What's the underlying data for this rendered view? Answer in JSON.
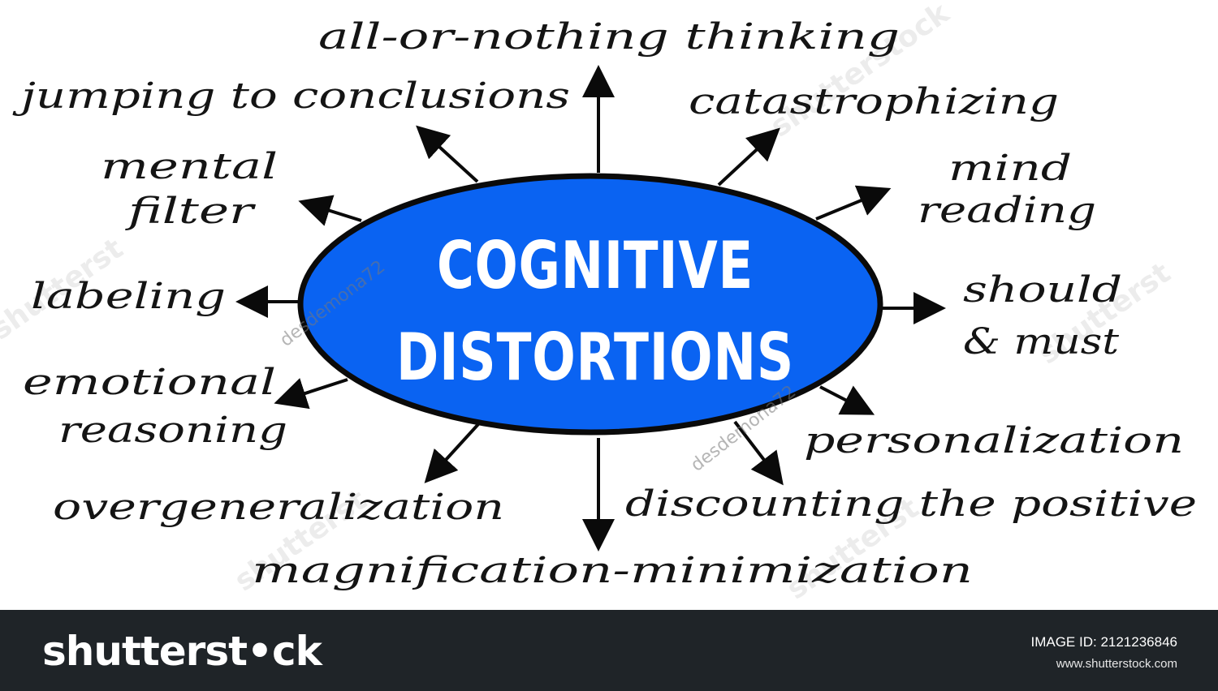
{
  "diagram": {
    "center": {
      "line1": "COGNITIVE",
      "line2": "DISTORTIONS",
      "fill": "#0a63f2",
      "stroke": "#0a0a0a"
    },
    "distortions": [
      {
        "id": "all-or-nothing",
        "lines": [
          "all-or-nothing thinking"
        ]
      },
      {
        "id": "catastrophizing",
        "lines": [
          "catastrophizing"
        ]
      },
      {
        "id": "mind-reading",
        "lines": [
          "mind",
          "reading"
        ]
      },
      {
        "id": "should-must",
        "lines": [
          "should",
          "& must"
        ]
      },
      {
        "id": "personalization",
        "lines": [
          "personalization"
        ]
      },
      {
        "id": "discounting",
        "lines": [
          "discounting the positive"
        ]
      },
      {
        "id": "magnification",
        "lines": [
          "magnification-minimization"
        ]
      },
      {
        "id": "overgeneralization",
        "lines": [
          "overgeneralization"
        ]
      },
      {
        "id": "emotional-reasoning",
        "lines": [
          "emotional",
          "reasoning"
        ]
      },
      {
        "id": "labeling",
        "lines": [
          "labeling"
        ]
      },
      {
        "id": "mental-filter",
        "lines": [
          "mental",
          "filter"
        ]
      },
      {
        "id": "jumping",
        "lines": [
          "jumping to conclusions"
        ]
      }
    ],
    "watermarks": [
      "desdemona72",
      "desdemona72"
    ]
  },
  "footer": {
    "logo": "shutterst•ck",
    "image_id": "IMAGE ID: 2121236846",
    "site": "www.shutterstock.com"
  }
}
